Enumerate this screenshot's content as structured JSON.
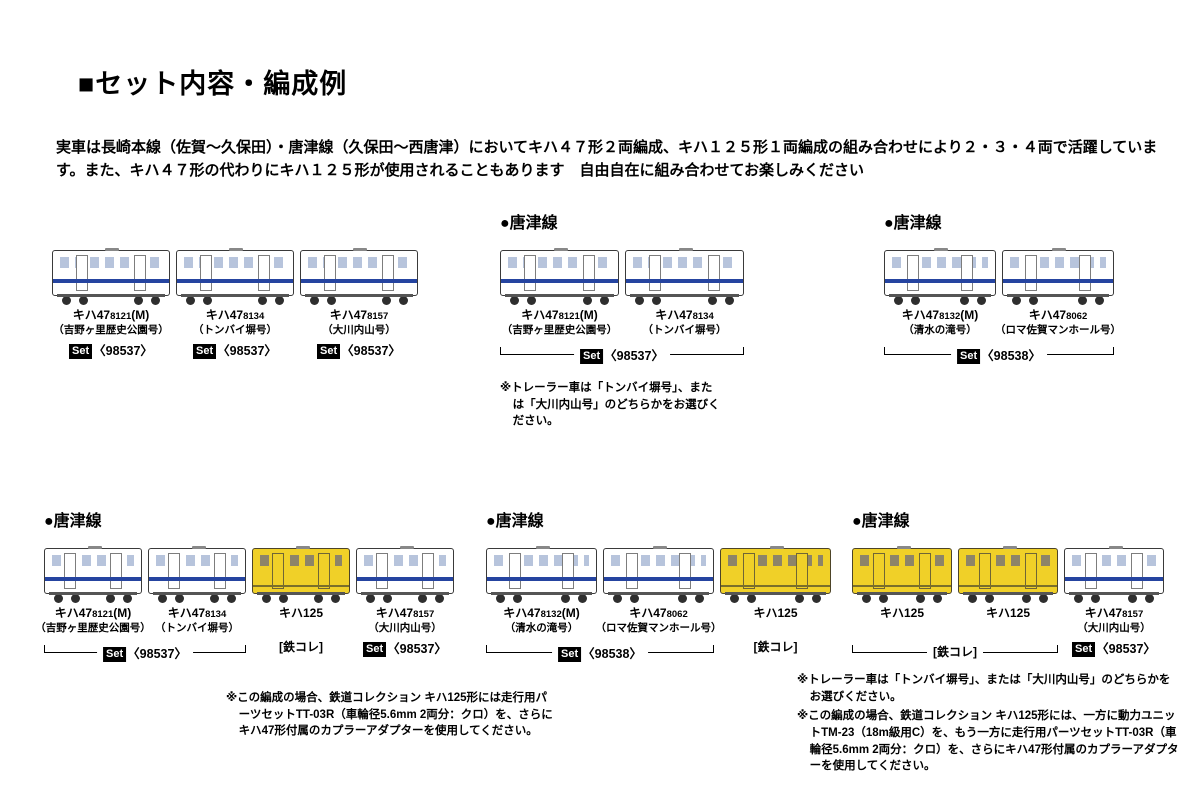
{
  "title": "■セット内容・編成例",
  "intro": "実車は長崎本線（佐賀～久保田）・唐津線（久保田～西唐津）においてキハ４７形２両編成、キハ１２５形１両編成の組み合わせにより２・３・４両で活躍しています。また、キハ４７形の代わりにキハ１２５形が使用されることもあります　自由自在に組み合わせてお楽しみください",
  "colors": {
    "kiha47_stripe": "#2544a0",
    "kiha47_body": "#ffffff",
    "kiha125_body": "#f0d028",
    "set_badge_bg": "#000000",
    "set_badge_text": "#ffffff"
  },
  "groups": [
    {
      "id": "a",
      "heading": "",
      "cars": [
        {
          "kind": "kiha47",
          "name": "キハ47",
          "num": "8121",
          "tail": "(M)",
          "sub": "（吉野ヶ里歴史公園号）",
          "set": "Set",
          "setnum": "〈98537〉"
        },
        {
          "kind": "kiha47",
          "name": "キハ47",
          "num": "8134",
          "tail": "",
          "sub": "（トンバイ塀号）",
          "set": "Set",
          "setnum": "〈98537〉"
        },
        {
          "kind": "kiha47",
          "name": "キハ47",
          "num": "8157",
          "tail": "",
          "sub": "（大川内山号）",
          "set": "Set",
          "setnum": "〈98537〉"
        }
      ]
    },
    {
      "id": "b",
      "heading": "●唐津線",
      "cars": [
        {
          "kind": "kiha47",
          "name": "キハ47",
          "num": "8121",
          "tail": "(M)",
          "sub": "（吉野ヶ里歴史公園号）"
        },
        {
          "kind": "kiha47",
          "name": "キハ47",
          "num": "8134",
          "tail": "",
          "sub": "（トンバイ塀号）"
        }
      ],
      "bracket": {
        "set": "Set",
        "setnum": "〈98537〉"
      },
      "notes": [
        "※トレーラー車は「トンバイ塀号」、または「大川内山号」のどちらかをお選びください。"
      ]
    },
    {
      "id": "c",
      "heading": "●唐津線",
      "cars": [
        {
          "kind": "kiha47",
          "name": "キハ47",
          "num": "8132",
          "tail": "(M)",
          "sub": "（清水の滝号）"
        },
        {
          "kind": "kiha47",
          "num": "8062",
          "name": "キハ47",
          "tail": "",
          "sub": "（ロマ佐賀マンホール号）"
        }
      ],
      "bracket": {
        "set": "Set",
        "setnum": "〈98538〉"
      }
    },
    {
      "id": "d",
      "heading": "●唐津線",
      "cars": [
        {
          "kind": "kiha47",
          "name": "キハ47",
          "num": "8121",
          "tail": "(M)",
          "sub": "（吉野ヶ里歴史公園号）"
        },
        {
          "kind": "kiha47",
          "name": "キハ47",
          "num": "8134",
          "tail": "",
          "sub": "（トンバイ塀号）"
        },
        {
          "kind": "kiha125",
          "name": "キハ125",
          "num": "",
          "tail": "",
          "sub": "",
          "setplain": "[鉄コレ]"
        },
        {
          "kind": "kiha47",
          "name": "キハ47",
          "num": "8157",
          "tail": "",
          "sub": "（大川内山号）",
          "set": "Set",
          "setnum": "〈98537〉"
        }
      ],
      "bracket": {
        "set": "Set",
        "setnum": "〈98537〉"
      },
      "notes": [
        "※この編成の場合、鉄道コレクション キハ125形には走行用パーツセットTT-03R（車輪径5.6mm 2両分：クロ）を、さらにキハ47形付属のカプラーアダプターを使用してください。"
      ]
    },
    {
      "id": "e",
      "heading": "●唐津線",
      "cars": [
        {
          "kind": "kiha47",
          "name": "キハ47",
          "num": "8132",
          "tail": "(M)",
          "sub": "（清水の滝号）"
        },
        {
          "kind": "kiha47",
          "name": "キハ47",
          "num": "8062",
          "tail": "",
          "sub": "（ロマ佐賀マンホール号）"
        },
        {
          "kind": "kiha125",
          "name": "キハ125",
          "num": "",
          "tail": "",
          "sub": "",
          "setplain": "[鉄コレ]"
        }
      ],
      "bracket": {
        "set": "Set",
        "setnum": "〈98538〉"
      }
    },
    {
      "id": "f",
      "heading": "●唐津線",
      "cars": [
        {
          "kind": "kiha125",
          "name": "キハ125",
          "num": "",
          "tail": "",
          "sub": ""
        },
        {
          "kind": "kiha125",
          "name": "キハ125",
          "num": "",
          "tail": "",
          "sub": ""
        },
        {
          "kind": "kiha47",
          "name": "キハ47",
          "num": "8157",
          "tail": "",
          "sub": "（大川内山号）",
          "set": "Set",
          "setnum": "〈98537〉"
        }
      ],
      "bracket": {
        "plain": "[鉄コレ]"
      },
      "notes": [
        "※トレーラー車は「トンバイ塀号」、または「大川内山号」のどちらかをお選びください。",
        "※この編成の場合、鉄道コレクション キハ125形には、一方に動力ユニットTM-23（18m級用C）を、もう一方に走行用パーツセットTT-03R（車輪径5.6mm 2両分：クロ）を、さらにキハ47形付属のカプラーアダプターを使用してください。"
      ]
    }
  ]
}
